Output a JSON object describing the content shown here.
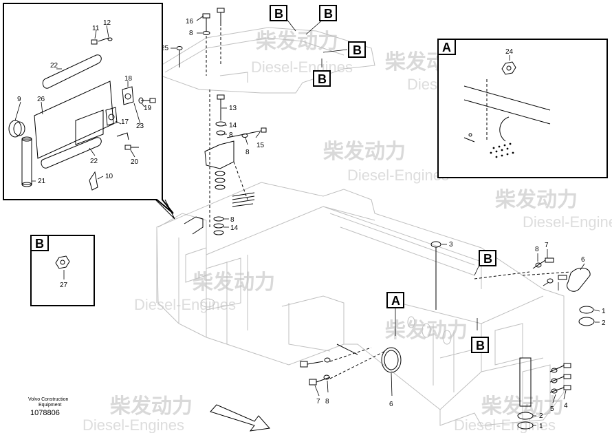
{
  "watermark": {
    "brand_cn": "柴发动力",
    "brand_en": "Diesel-Engines"
  },
  "footer": {
    "company": "Volvo Construction",
    "subtitle": "Equipment",
    "part_number": "1078806"
  },
  "inset_a": {
    "letter": "A",
    "parts": [
      "24"
    ]
  },
  "inset_b": {
    "letter": "B",
    "parts": [
      "27"
    ]
  },
  "detail_parts": [
    "11",
    "12",
    "22",
    "18",
    "9",
    "26",
    "19",
    "17",
    "23",
    "22",
    "20",
    "21",
    "10"
  ],
  "callouts": {
    "b1": "B",
    "b2": "B",
    "b3": "B",
    "b4": "B",
    "b5": "B",
    "b6": "B",
    "a1": "A"
  },
  "main_parts": {
    "p16": "16",
    "p8a": "8",
    "p25": "25",
    "p13": "13",
    "p14a": "14",
    "p8b": "8",
    "p15": "15",
    "p8c": "8",
    "p8d": "8",
    "p14b": "14",
    "p3": "3",
    "p8e": "8",
    "p7a": "7",
    "p6a": "6",
    "p1a": "1",
    "p2a": "2",
    "p7b": "7",
    "p8f": "8",
    "p6b": "6",
    "p5": "5",
    "p4": "4",
    "p2b": "2",
    "p1b": "1"
  }
}
